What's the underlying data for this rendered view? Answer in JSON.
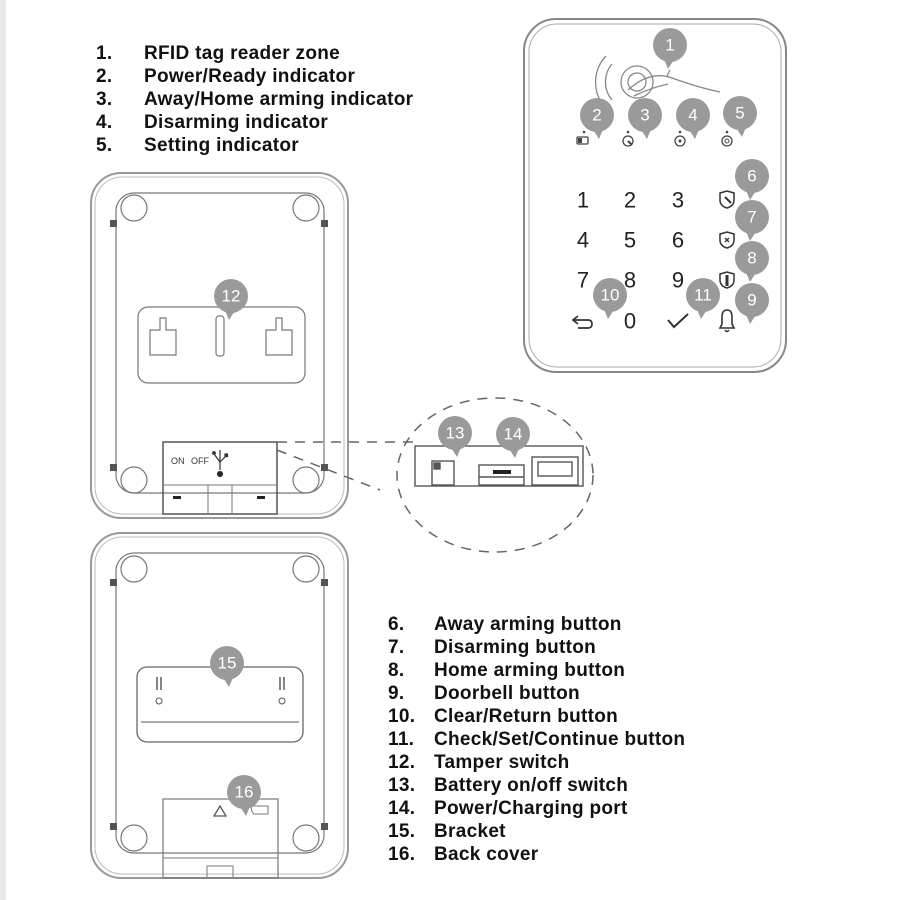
{
  "legend_top": [
    {
      "num": "1.",
      "label": "RFID tag reader zone"
    },
    {
      "num": "2.",
      "label": "Power/Ready indicator"
    },
    {
      "num": "3.",
      "label": "Away/Home arming indicator"
    },
    {
      "num": "4.",
      "label": "Disarming indicator"
    },
    {
      "num": "5.",
      "label": "Setting indicator"
    }
  ],
  "legend_bottom": [
    {
      "num": "6.",
      "label": "Away arming button"
    },
    {
      "num": "7.",
      "label": "Disarming button"
    },
    {
      "num": "8.",
      "label": "Home arming button"
    },
    {
      "num": "9.",
      "label": "Doorbell button"
    },
    {
      "num": "10.",
      "label": "Clear/Return button"
    },
    {
      "num": "11.",
      "label": "Check/Set/Continue button"
    },
    {
      "num": "12.",
      "label": "Tamper switch"
    },
    {
      "num": "13.",
      "label": "Battery on/off switch"
    },
    {
      "num": "14.",
      "label": "Power/Charging port"
    },
    {
      "num": "15.",
      "label": "Bracket"
    },
    {
      "num": "16.",
      "label": "Back cover"
    }
  ],
  "keypad": {
    "keys": [
      "1",
      "2",
      "3",
      "4",
      "5",
      "6",
      "7",
      "8",
      "9",
      "0"
    ],
    "indicator_icons": [
      "battery-icon",
      "away-home-icon",
      "disarm-icon",
      "setting-icon"
    ],
    "function_icons": [
      "away-arm-shield-icon",
      "disarm-shield-icon",
      "home-arm-shield-icon",
      "bell-icon",
      "return-arrow-icon",
      "check-icon"
    ]
  },
  "callouts": [
    "1",
    "2",
    "3",
    "4",
    "5",
    "6",
    "7",
    "8",
    "9",
    "10",
    "11",
    "12",
    "13",
    "14",
    "15",
    "16"
  ],
  "back_panel": {
    "switch_on_label": "ON",
    "switch_off_label": "OFF",
    "usb_icon": "usb-icon"
  },
  "colors": {
    "callout_bubble": "#9a9a9a",
    "line": "#555555",
    "text": "#111111"
  }
}
